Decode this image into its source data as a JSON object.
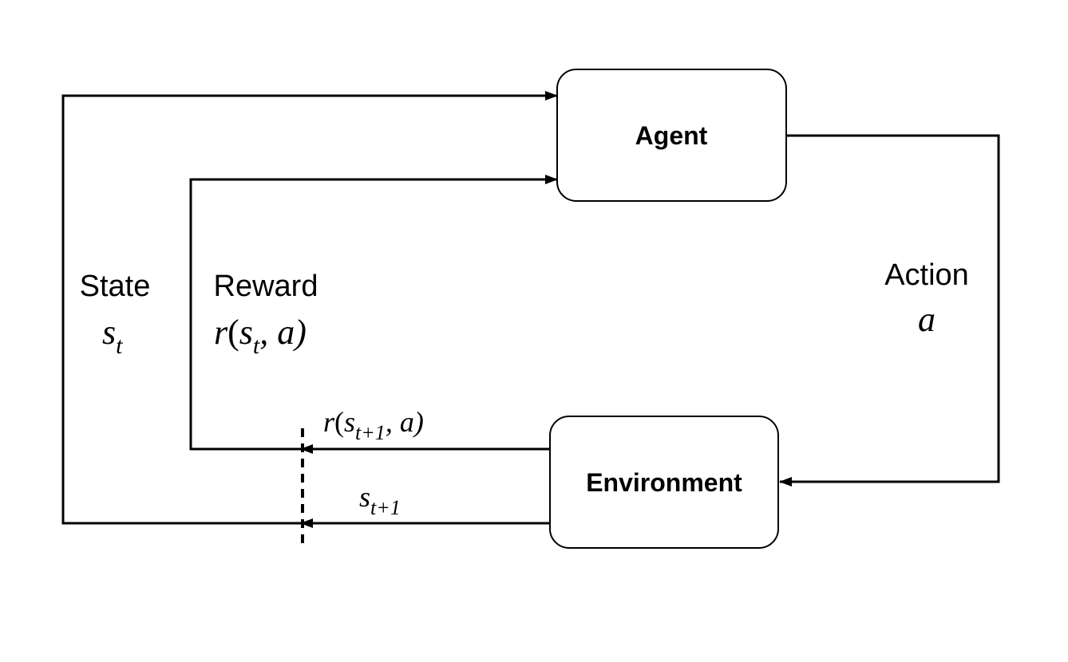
{
  "diagram": {
    "nodes": {
      "agent": {
        "label": "Agent"
      },
      "environment": {
        "label": "Environment"
      }
    },
    "labels": {
      "state": {
        "word": "State",
        "symbol": "s",
        "subscript": "t"
      },
      "reward": {
        "word": "Reward",
        "func": "r",
        "open": "(",
        "arg_symbol": "s",
        "arg_subscript": "t",
        "rest": ", a)"
      },
      "action": {
        "word": "Action",
        "symbol": "a"
      },
      "next_reward": {
        "func": "r",
        "open": "(",
        "arg_symbol": "s",
        "arg_subscript": "t+1",
        "rest": ", a)"
      },
      "next_state": {
        "symbol": "s",
        "subscript": "t+1"
      }
    },
    "colors": {
      "stroke": "#000000",
      "background": "#ffffff"
    }
  }
}
